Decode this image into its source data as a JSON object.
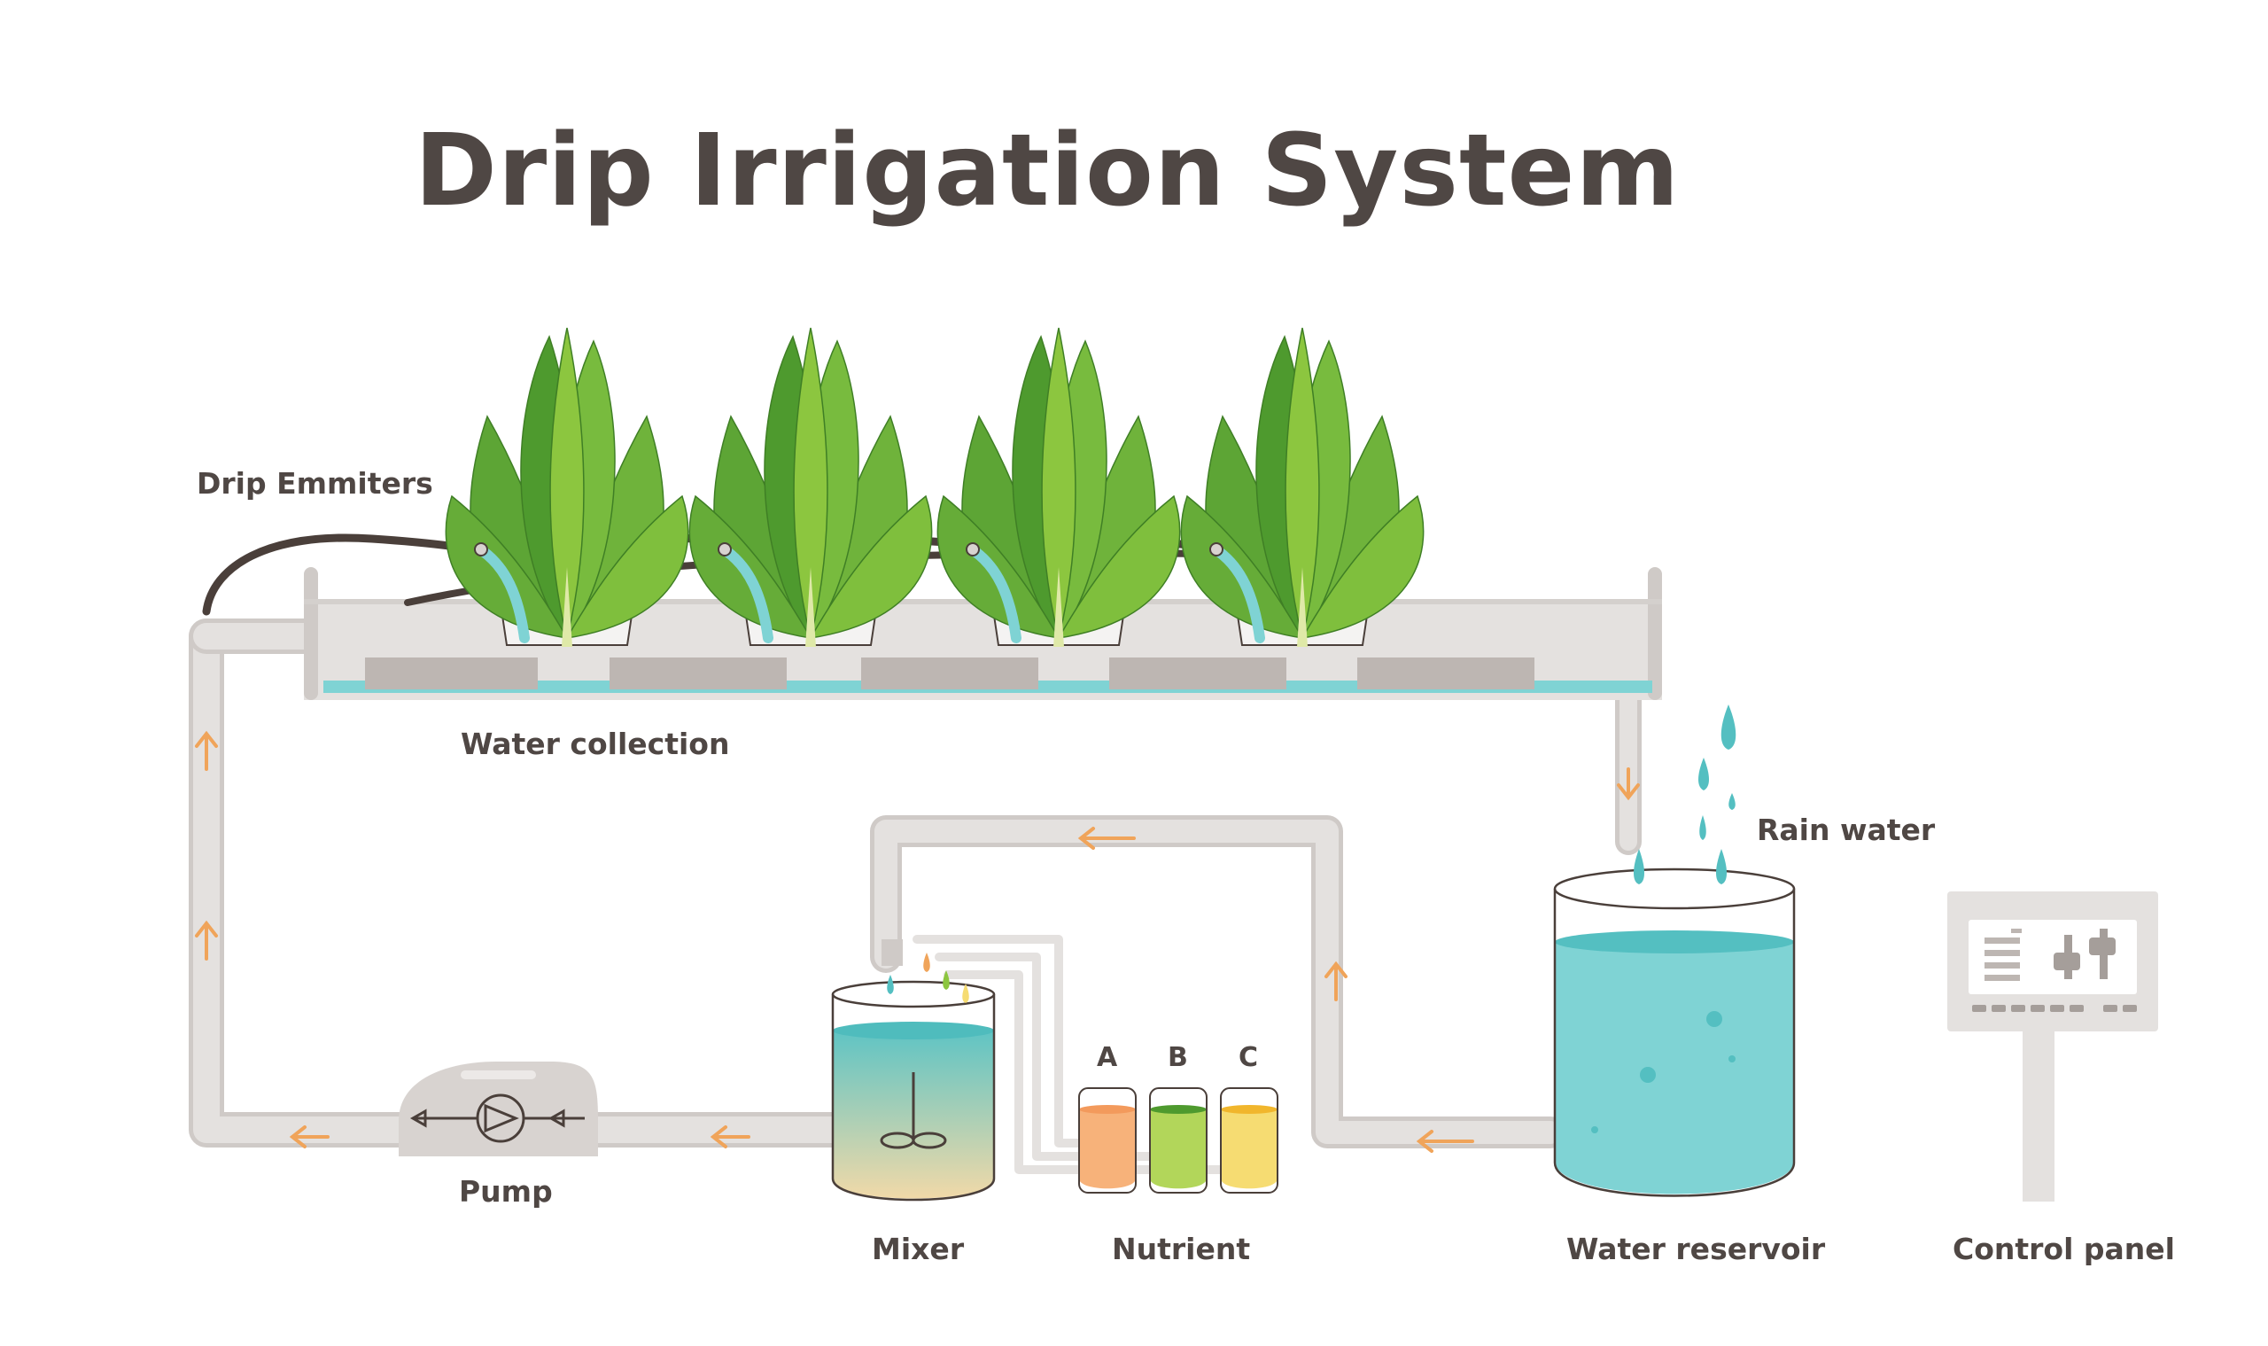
{
  "title": "Drip Irrigation System",
  "labels": {
    "drip_emitters": "Drip Emmiters",
    "water_collection": "Water collection",
    "rain_water": "Rain water",
    "pump": "Pump",
    "mixer": "Mixer",
    "nutrient": "Nutrient",
    "water_reservoir": "Water reservoir",
    "control_panel": "Control panel",
    "nutrient_a": "A",
    "nutrient_b": "B",
    "nutrient_c": "C"
  },
  "colors": {
    "title_text": "#4f4744",
    "pipe": "#e4e1df",
    "pipe_shade": "#cfcac7",
    "arrow": "#f0a45a",
    "water": "#7fd3d4",
    "water_dark": "#54bfc1",
    "leaf_light": "#8cc63f",
    "leaf_dark": "#4e9a2e",
    "hose": "#4a3f3a",
    "nutrient_a": "#f7b27a",
    "nutrient_b": "#b2d65a",
    "nutrient_c": "#f6dc72"
  },
  "icons": [
    "plant-icon",
    "pump-icon",
    "stirrer-icon",
    "raindrop-icon",
    "control-panel-icon",
    "flow-arrow-icon"
  ]
}
